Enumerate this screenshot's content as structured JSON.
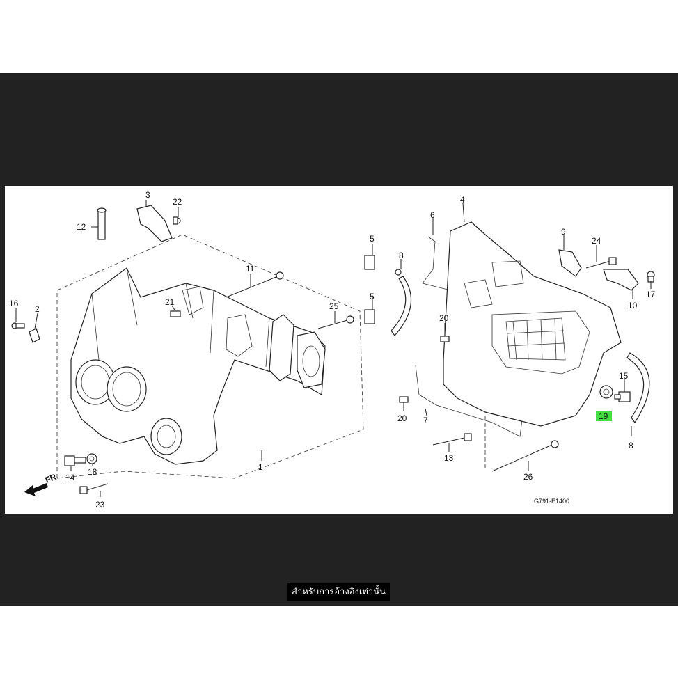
{
  "caption": "สำหรับการอ้างอิงเท่านั้น",
  "diagram_code": "G791-E1400",
  "front_marker": "FR.",
  "highlight_color": "#44dd44",
  "labels": {
    "p1": "1",
    "p2": "2",
    "p3": "3",
    "p4": "4",
    "p5a": "5",
    "p5b": "5",
    "p6": "6",
    "p7": "7",
    "p8a": "8",
    "p8b": "8",
    "p9": "9",
    "p10": "10",
    "p11": "11",
    "p12": "12",
    "p13": "13",
    "p14": "14",
    "p15": "15",
    "p16": "16",
    "p17": "17",
    "p18": "18",
    "p19": "19",
    "p20a": "20",
    "p20b": "20",
    "p21": "21",
    "p22": "22",
    "p23": "23",
    "p24": "24",
    "p25": "25",
    "p26": "26"
  }
}
